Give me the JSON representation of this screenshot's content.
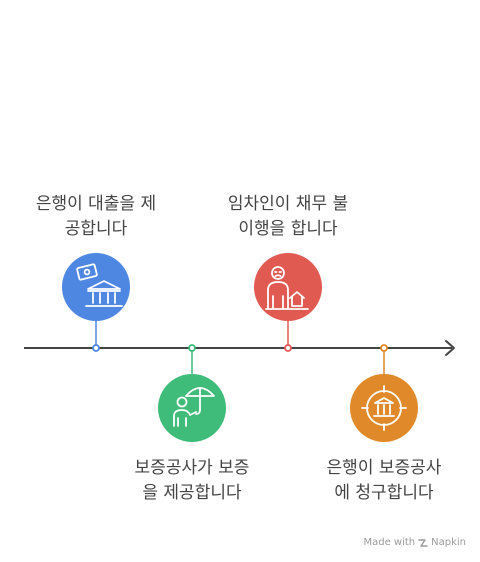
{
  "events": [
    {
      "line1": "은행이 대출을 제",
      "line2": "공합니다",
      "color": "#4e87e1",
      "icon": "bank-money-icon"
    },
    {
      "line1": "보증공사가 보증",
      "line2": "을 제공합니다",
      "color": "#3fbb7a",
      "icon": "person-umbrella-icon"
    },
    {
      "line1": "임차인이 채무 불",
      "line2": "이행을 합니다",
      "color": "#e05a52",
      "icon": "person-house-icon"
    },
    {
      "line1": "은행이 보증공사",
      "line2": "에 청구합니다",
      "color": "#e0892a",
      "icon": "bank-target-icon"
    }
  ],
  "footer": {
    "made_with": "Made with",
    "brand": "Napkin"
  }
}
